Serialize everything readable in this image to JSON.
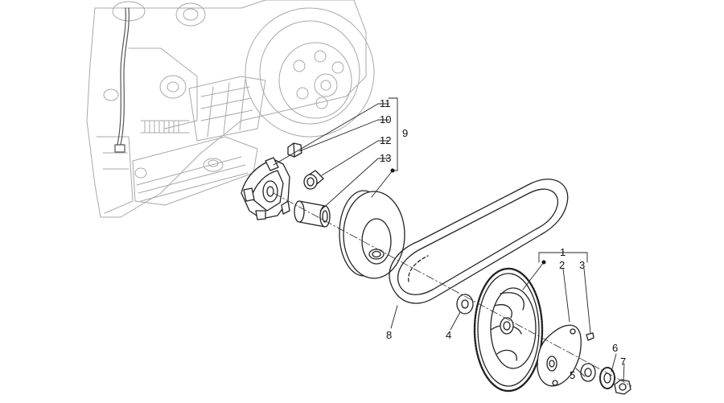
{
  "diagram": {
    "callouts": [
      {
        "id": "c11",
        "label": "11"
      },
      {
        "id": "c10",
        "label": "10"
      },
      {
        "id": "c12",
        "label": "12"
      },
      {
        "id": "c13",
        "label": "13"
      },
      {
        "id": "c9",
        "label": "9"
      },
      {
        "id": "c1",
        "label": "1"
      },
      {
        "id": "c2",
        "label": "2"
      },
      {
        "id": "c3",
        "label": "3"
      },
      {
        "id": "c8",
        "label": "8"
      },
      {
        "id": "c4",
        "label": "4"
      },
      {
        "id": "c6",
        "label": "6"
      },
      {
        "id": "c7",
        "label": "7"
      },
      {
        "id": "c5",
        "label": "5"
      }
    ],
    "colors": {
      "line": "#222222",
      "ghost": "#a8a8a8"
    }
  }
}
